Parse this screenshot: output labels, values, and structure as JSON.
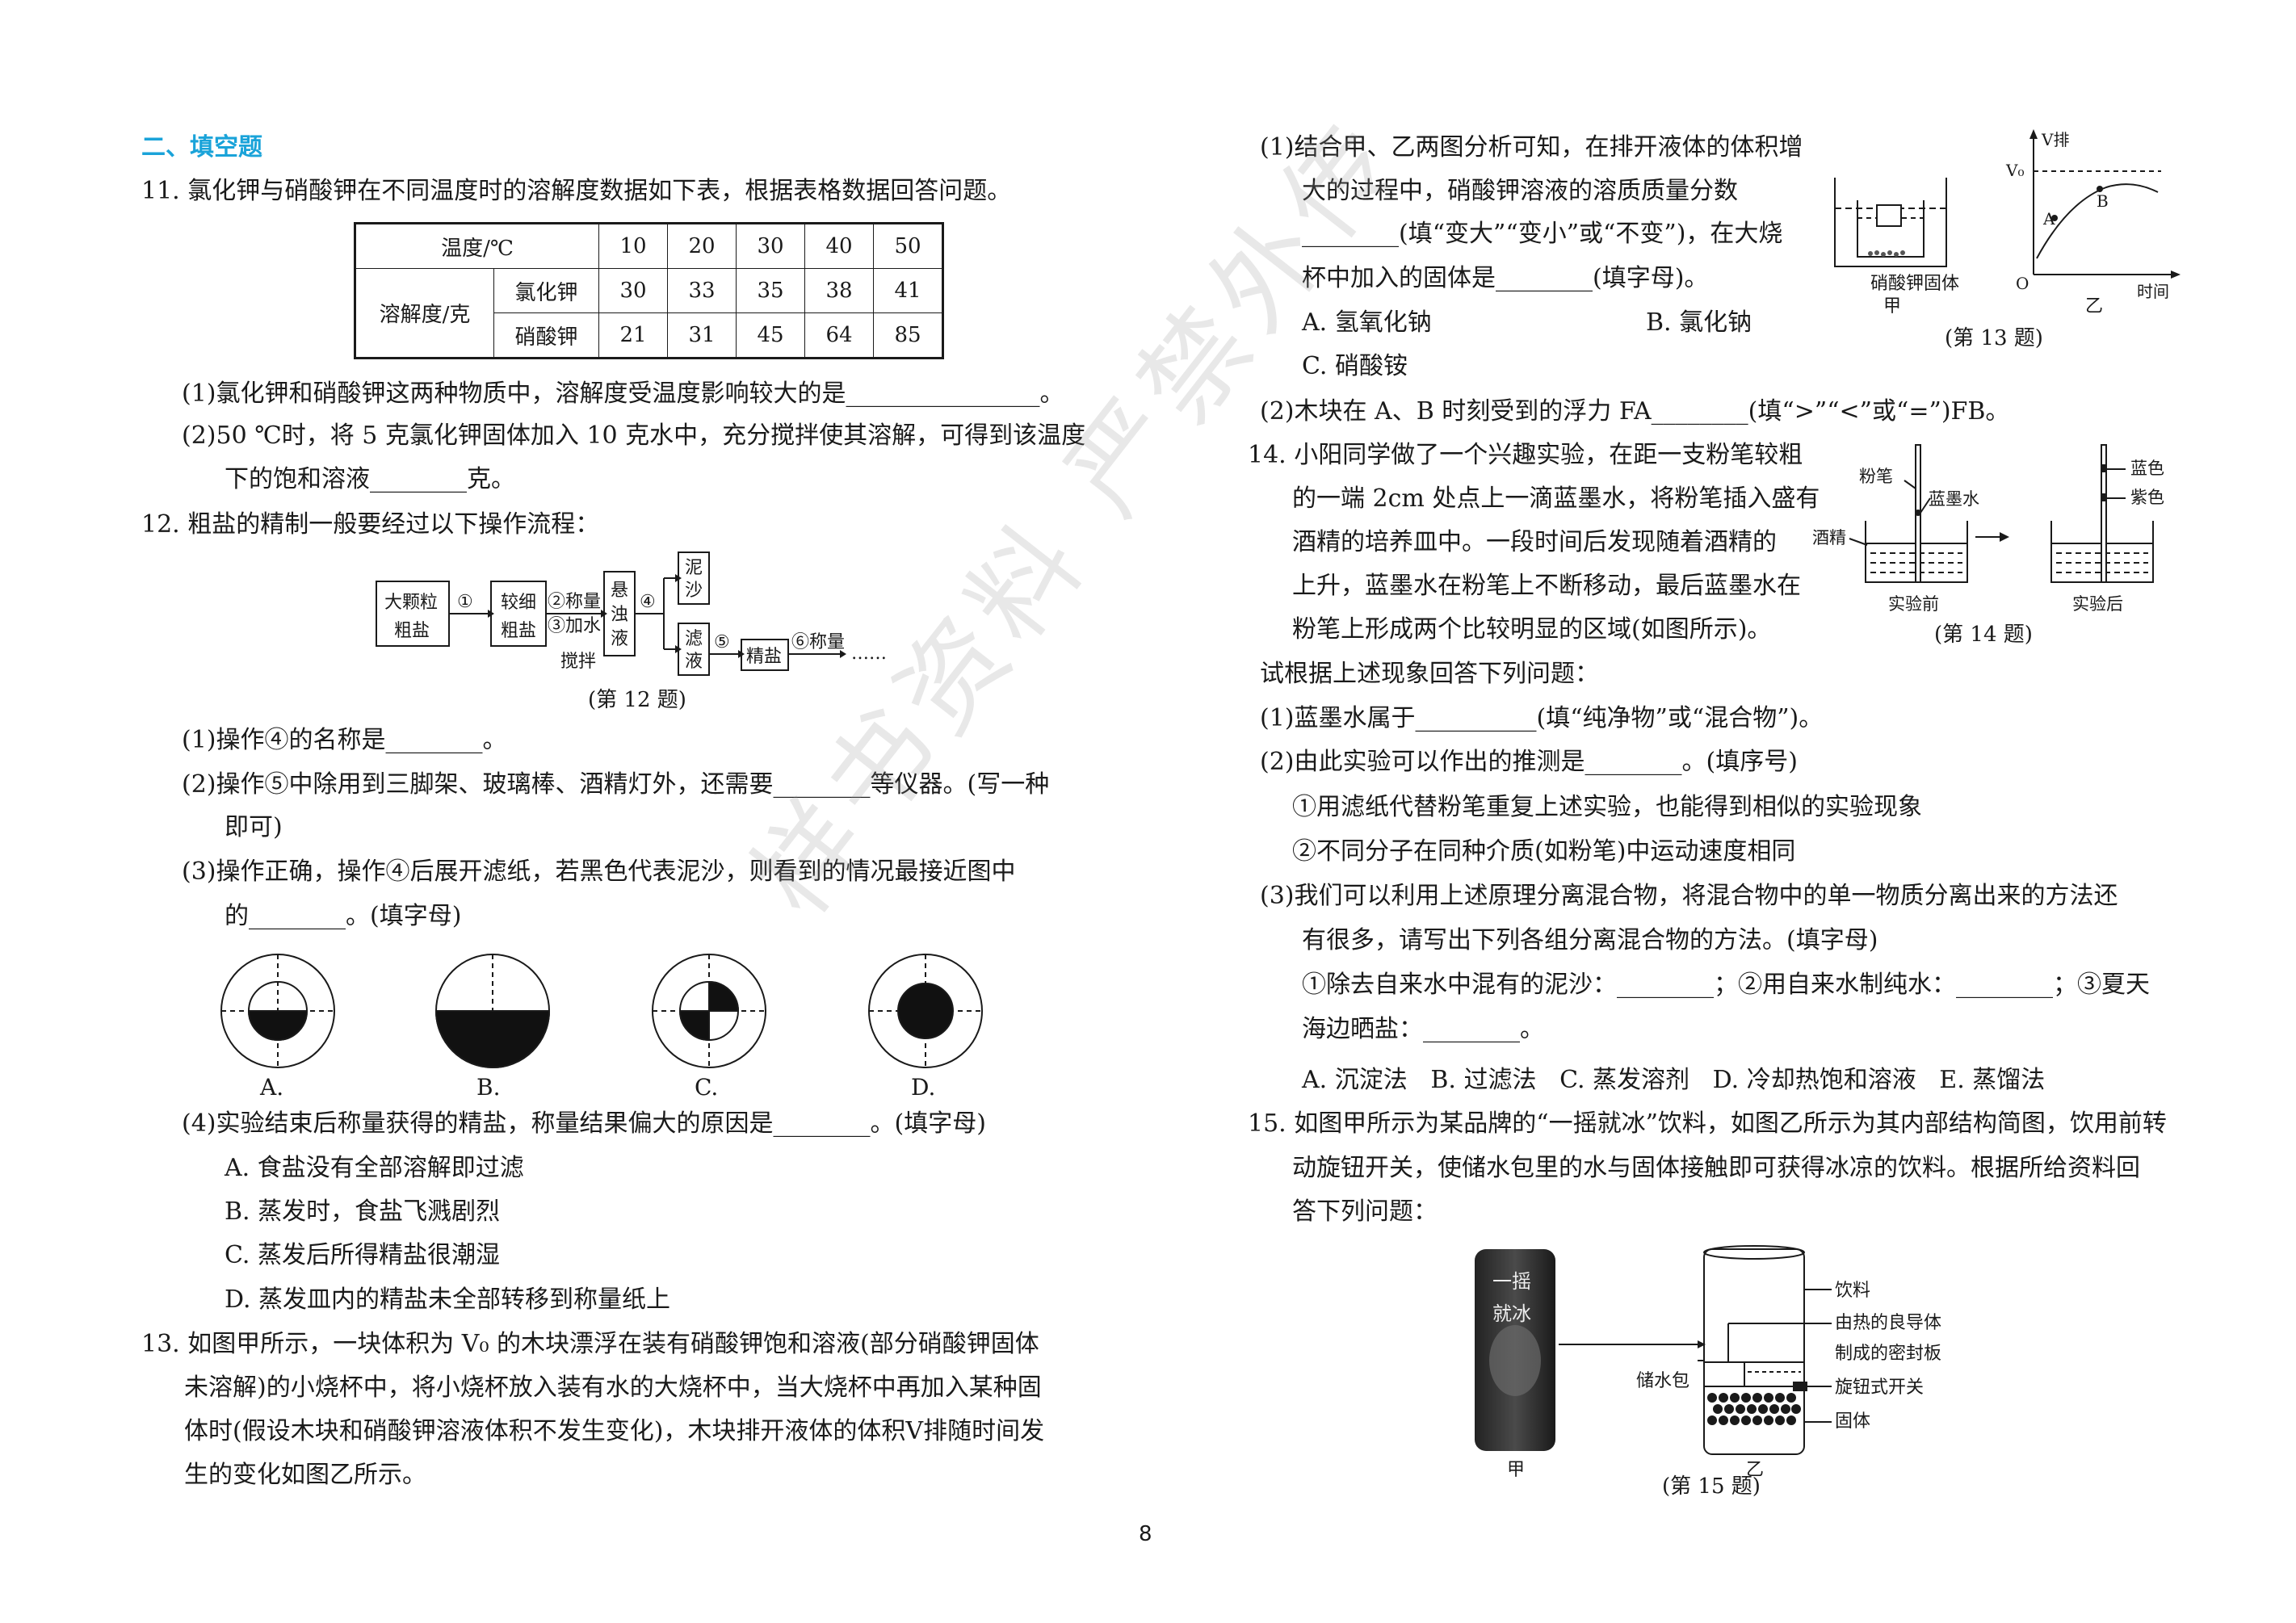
{
  "section": "二、填空题",
  "q11": {
    "stem": "11. 氯化钾与硝酸钾在不同温度时的溶解度数据如下表，根据表格数据回答问题。",
    "table": {
      "temp_label": "温度/℃",
      "temps": [
        "10",
        "20",
        "30",
        "40",
        "50"
      ],
      "sol_label": "溶解度/克",
      "kcl_label": "氯化钾",
      "kcl": [
        "30",
        "33",
        "35",
        "38",
        "41"
      ],
      "kno3_label": "硝酸钾",
      "kno3": [
        "21",
        "31",
        "45",
        "64",
        "85"
      ]
    },
    "p1": "(1)氯化钾和硝酸钾这两种物质中，溶解度受温度影响较大的是________________。",
    "p2a": "(2)50 ℃时，将 5 克氯化钾固体加入 10 克水中，充分搅拌使其溶解，可得到该温度",
    "p2b": "下的饱和溶液________克。"
  },
  "q12": {
    "stem": "12. 粗盐的精制一般要经过以下操作流程：",
    "flow": {
      "box1a": "大颗粒",
      "box1b": "粗盐",
      "step1": "①",
      "box2a": "较细",
      "box2b": "粗盐",
      "step23a": "②称量",
      "step23b": "③加水",
      "step23c": "搅拌",
      "box3a": "悬",
      "box3b": "浊",
      "box3c": "液",
      "step4": "④",
      "box4a": "泥",
      "box4b": "沙",
      "box5a": "滤",
      "box5b": "液",
      "step5": "⑤",
      "box6": "精盐",
      "step6": "⑥称量",
      "ellipsis": "……"
    },
    "fig_caption": "(第 12 题)",
    "p1": "(1)操作④的名称是________。",
    "p2a": "(2)操作⑤中除用到三脚架、玻璃棒、酒精灯外，还需要________等仪器。(写一种",
    "p2b": "即可)",
    "p3a": "(3)操作正确，操作④后展开滤纸，若黑色代表泥沙，则看到的情况最接近图中",
    "p3b": "的________。(填字母)",
    "opt_labels": [
      "A.",
      "B.",
      "C.",
      "D."
    ],
    "p4": "(4)实验结束后称量获得的精盐，称量结果偏大的原因是________。(填字母)",
    "choices": [
      "A. 食盐没有全部溶解即过滤",
      "B. 蒸发时，食盐飞溅剧烈",
      "C. 蒸发后所得精盐很潮湿",
      "D. 蒸发皿内的精盐未全部转移到称量纸上"
    ]
  },
  "q13": {
    "stem1": "13. 如图甲所示，一块体积为 V₀ 的木块漂浮在装有硝酸钾饱和溶液(部分硝酸钾固体",
    "stem2": "未溶解)的小烧杯中，将小烧杯放入装有水的大烧杯中，当大烧杯中再加入某种固",
    "stem3": "体时(假设木块和硝酸钾溶液体积不发生变化)，木块排开液体的体积V排随时间发",
    "stem4": "生的变化如图乙所示。",
    "p1a": "(1)结合甲、乙两图分析可知，在排开液体的体积增",
    "p1b": "大的过程中，硝酸钾溶液的溶质质量分数",
    "p1c": "________(填“变大”“变小”或“不变”)，在大烧",
    "p1d": "杯中加入的固体是________(填字母)。",
    "optA": "A. 氢氧化钠",
    "optB": "B. 氯化钠",
    "optC": "C. 硝酸铵",
    "p2": "(2)木块在 A、B 时刻受到的浮力 FA________(填“>”“<”或“=”)FB。",
    "fig": {
      "beaker_label": "硝酸钾固体",
      "jia": "甲",
      "yi": "乙",
      "v_axis": "V排",
      "v0": "V₀",
      "origin": "O",
      "time": "时间",
      "A": "A",
      "B": "B"
    },
    "fig_caption": "(第 13 题)"
  },
  "q14": {
    "l1": "14. 小阳同学做了一个兴趣实验，在距一支粉笔较粗",
    "l2": "的一端 2cm 处点上一滴蓝墨水，将粉笔插入盛有",
    "l3": "酒精的培养皿中。一段时间后发现随着酒精的",
    "l4": "上升，蓝墨水在粉笔上不断移动，最后蓝墨水在",
    "l5": "粉笔上形成两个比较明显的区域(如图所示)。",
    "l6": "试根据上述现象回答下列问题：",
    "fig": {
      "chalk": "粉笔",
      "ink": "蓝墨水",
      "alcohol": "酒精",
      "blue": "蓝色",
      "purple": "紫色",
      "before": "实验前",
      "after": "实验后"
    },
    "fig_caption": "(第 14 题)",
    "p1": "(1)蓝墨水属于__________(填“纯净物”或“混合物”)。",
    "p2": "(2)由此实验可以作出的推测是________。(填序号)",
    "s1": "①用滤纸代替粉笔重复上述实验，也能得到相似的实验现象",
    "s2": "②不同分子在同种介质(如粉笔)中运动速度相同",
    "p3a": "(3)我们可以利用上述原理分离混合物，将混合物中的单一物质分离出来的方法还",
    "p3b": "有很多，请写出下列各组分离混合物的方法。(填字母)",
    "p3c": "①除去自来水中混有的泥沙：________；②用自来水制纯水：________；③夏天",
    "p3d": "海边晒盐：________。",
    "opts": "A. 沉淀法   B. 过滤法   C. 蒸发溶剂   D. 冷却热饱和溶液   E. 蒸馏法"
  },
  "q15": {
    "l1": "15. 如图甲所示为某品牌的“一摇就冰”饮料，如图乙所示为其内部结构简图，饮用前转",
    "l2": "动旋钮开关，使储水包里的水与固体接触即可获得冰凉的饮料。根据所给资料回",
    "l3": "答下列问题：",
    "fig": {
      "can1": "一摇",
      "can2": "就冰",
      "drink": "饮料",
      "plate1": "由热的良导体",
      "plate2": "制成的密封板",
      "water": "储水包",
      "knob": "旋钮式开关",
      "solid": "固体",
      "jia": "甲",
      "yi": "乙"
    },
    "fig_caption": "(第 15 题)"
  },
  "watermark": "样书资料  严禁外传",
  "page_number": "8"
}
